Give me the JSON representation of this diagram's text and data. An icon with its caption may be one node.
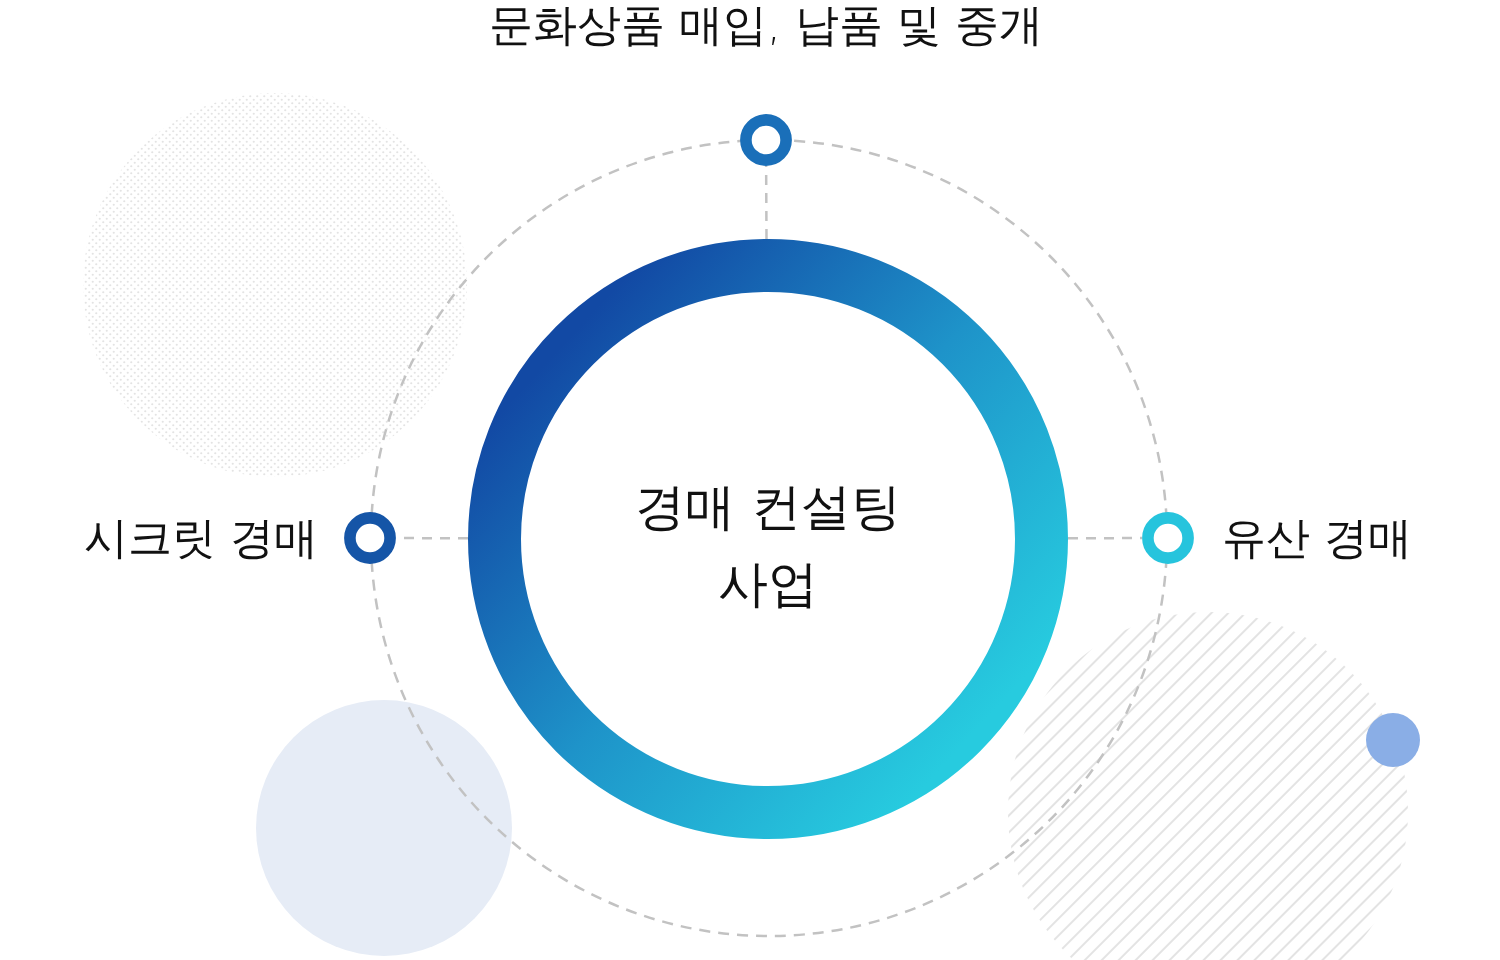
{
  "diagram": {
    "nodes": [
      {
        "text": [],
        "shape": "circle",
        "beside": [
          "문화상품 매입, 납품 및 중개"
        ]
      },
      {
        "text": [],
        "shape": "circle"
      },
      {
        "text": [],
        "shape": "circle",
        "beside": [
          "시크릿 경매"
        ]
      },
      {
        "text": [
          "경매 컨설팅 사업"
        ]
      },
      {
        "text": [],
        "shape": "circle",
        "beside": [
          "유산 경매"
        ]
      },
      {
        "text": [],
        "shape": "circle"
      },
      {
        "text": [],
        "shape": "circle"
      },
      {
        "text": [],
        "shape": "circle"
      }
    ],
    "edges": [
      {
        "from": 3,
        "to": 0,
        "arrow": "none",
        "style": "dashed"
      },
      {
        "from": 3,
        "to": 2,
        "arrow": "none",
        "style": "dashed"
      },
      {
        "from": 3,
        "to": 4,
        "arrow": "none",
        "style": "dashed"
      }
    ]
  }
}
